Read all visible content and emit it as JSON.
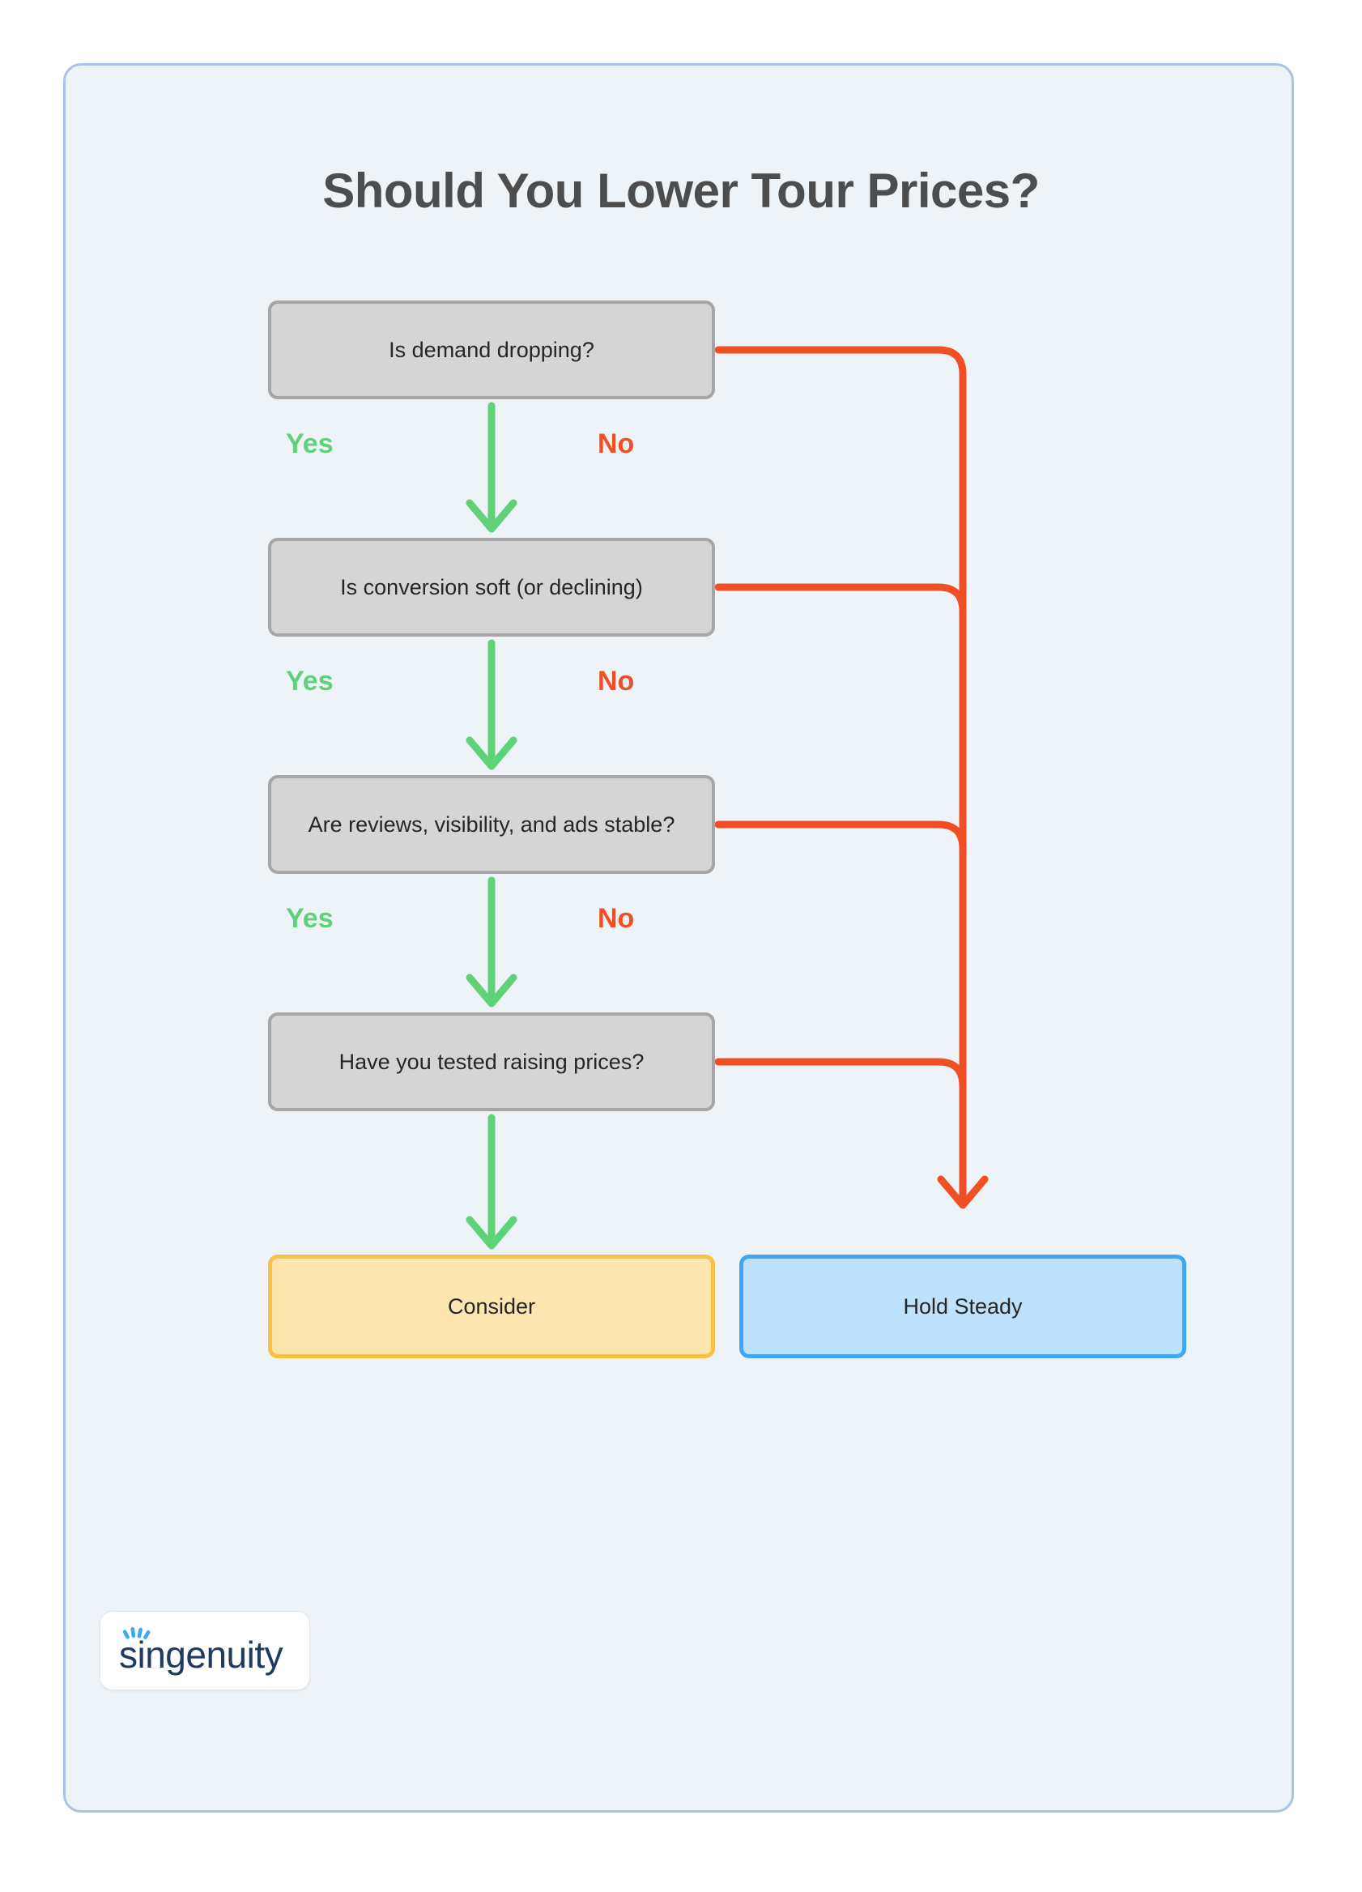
{
  "page": {
    "title": "Should You Lower Tour Prices?",
    "background_color": "#eef3f8",
    "frame_border_color": "#a9c3e8"
  },
  "colors": {
    "decision_fill": "#d5d5d5",
    "decision_border": "#a6a6a6",
    "consider_fill": "#fde5b0",
    "consider_border": "#f8c144",
    "hold_fill": "#bee2fc",
    "hold_border": "#41a6f0",
    "yes_accent": "#5fd179",
    "no_accent": "#f04e23",
    "title_color": "#4d4d4d",
    "logo_navy": "#1f3a60",
    "logo_blue": "#3ba9f5"
  },
  "flowchart": {
    "type": "decision-tree",
    "nodes": [
      {
        "id": "q1",
        "kind": "decision",
        "label": "Is demand dropping?"
      },
      {
        "id": "q2",
        "kind": "decision",
        "label": "Is conversion soft (or declining)"
      },
      {
        "id": "q3",
        "kind": "decision",
        "label": "Are reviews, visibility, and ads stable?"
      },
      {
        "id": "q4",
        "kind": "decision",
        "label": "Have you tested raising prices?"
      },
      {
        "id": "consider",
        "kind": "terminal",
        "label": "Consider"
      },
      {
        "id": "hold",
        "kind": "terminal",
        "label": "Hold Steady"
      }
    ],
    "edges": [
      {
        "from": "q1",
        "to": "q2",
        "label": "Yes",
        "color": "#5fd179"
      },
      {
        "from": "q2",
        "to": "q3",
        "label": "Yes",
        "color": "#5fd179"
      },
      {
        "from": "q3",
        "to": "q4",
        "label": "Yes",
        "color": "#5fd179"
      },
      {
        "from": "q4",
        "to": "consider",
        "label": "",
        "color": "#5fd179"
      },
      {
        "from": "q1",
        "to": "hold",
        "label": "No",
        "color": "#f04e23"
      },
      {
        "from": "q2",
        "to": "hold",
        "label": "No",
        "color": "#f04e23"
      },
      {
        "from": "q3",
        "to": "hold",
        "label": "No",
        "color": "#f04e23"
      },
      {
        "from": "q4",
        "to": "hold",
        "label": "",
        "color": "#f04e23"
      }
    ],
    "branch_labels": {
      "yes": "Yes",
      "no": "No"
    }
  },
  "logo": {
    "wordmark": "singenuity",
    "icon": "sparkle-icon"
  }
}
